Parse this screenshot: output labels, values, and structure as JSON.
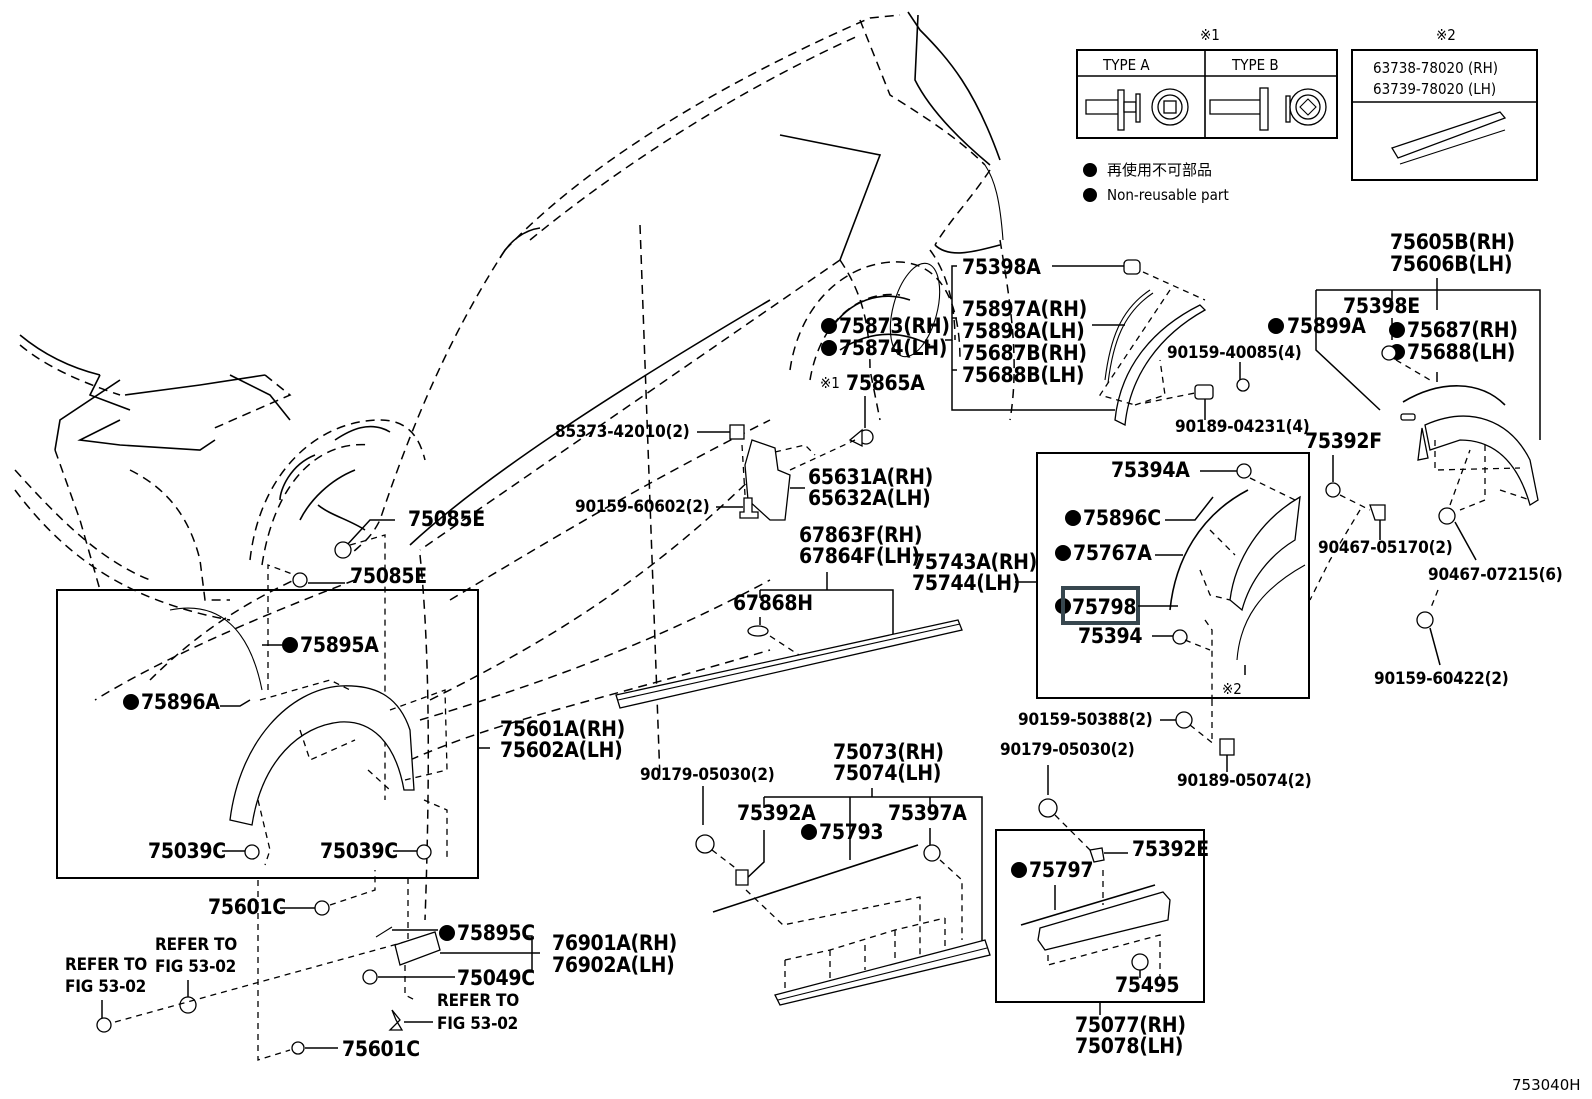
{
  "figure": {
    "reference_code": "753040H",
    "highlight_color": "#37474f",
    "highlighted_part": "75798"
  },
  "legend": {
    "note1_marker": "※1",
    "note2_marker": "※2",
    "type_a": "TYPE  A",
    "type_b": "TYPE  B",
    "note2_part_rh": "63738-78020 (RH)",
    "note2_part_lh": "63739-78020 (LH)",
    "non_reusable_jp": "再使用不可部品",
    "non_reusable_en": "Non-reusable part"
  },
  "labels": {
    "p75398A": "75398A",
    "p75873": "75873(RH)",
    "p75874": "75874(LH)",
    "p75897A": "75897A(RH)",
    "p75898A": "75898A(LH)",
    "p75687B": "75687B(RH)",
    "p75688B": "75688B(LH)",
    "p90159_40085": "90159-40085(4)",
    "p90189_04231": "90189-04231(4)",
    "p75605B": "75605B(RH)",
    "p75606B": "75606B(LH)",
    "p75398E": "75398E",
    "p75899A": "75899A",
    "p75687": "75687(RH)",
    "p75688": "75688(LH)",
    "p75865A_note": "※1",
    "p75865A": "75865A",
    "p85373": "85373-42010(2)",
    "p65631A": "65631A(RH)",
    "p65632A": "65632A(LH)",
    "p90159_60602": "90159-60602(2)",
    "p75392F": "75392F",
    "p75394A": "75394A",
    "p75896C": "75896C",
    "p75767A": "75767A",
    "p75798": "75798",
    "p75394": "75394",
    "p75743A": "75743A(RH)",
    "p75744": "75744(LH)",
    "p90467_05170": "90467-05170(2)",
    "p90467_07215": "90467-07215(6)",
    "p90159_60422": "90159-60422(2)",
    "note2_arrow": "※2",
    "p67863F": "67863F(RH)",
    "p67864F": "67864F(LH)",
    "p67868H": "67868H",
    "p75085E_1": "75085E",
    "p75085E_2": "75085E",
    "p75895A": "75895A",
    "p75896A": "75896A",
    "p75601A": "75601A(RH)",
    "p75602A": "75602A(LH)",
    "p75039C_1": "75039C",
    "p75039C_2": "75039C",
    "p75601C_1": "75601C",
    "p75601C_2": "75601C",
    "refer1_l1": "REFER TO",
    "refer1_l2": "FIG 53-02",
    "refer2_l1": "REFER TO",
    "refer2_l2": "FIG 53-02",
    "refer3_l1": "REFER TO",
    "refer3_l2": "FIG 53-02",
    "p75895C": "75895C",
    "p75049C": "75049C",
    "p76901A": "76901A(RH)",
    "p76902A": "76902A(LH)",
    "p90179_05030_a": "90179-05030(2)",
    "p75073": "75073(RH)",
    "p75074": "75074(LH)",
    "p75392A": "75392A",
    "p75793": "75793",
    "p75397A": "75397A",
    "p90159_50388": "90159-50388(2)",
    "p90179_05030_b": "90179-05030(2)",
    "p90189_05074": "90189-05074(2)",
    "p75797": "75797",
    "p75392E": "75392E",
    "p75495": "75495",
    "p75077": "75077(RH)",
    "p75078": "75078(LH)"
  }
}
